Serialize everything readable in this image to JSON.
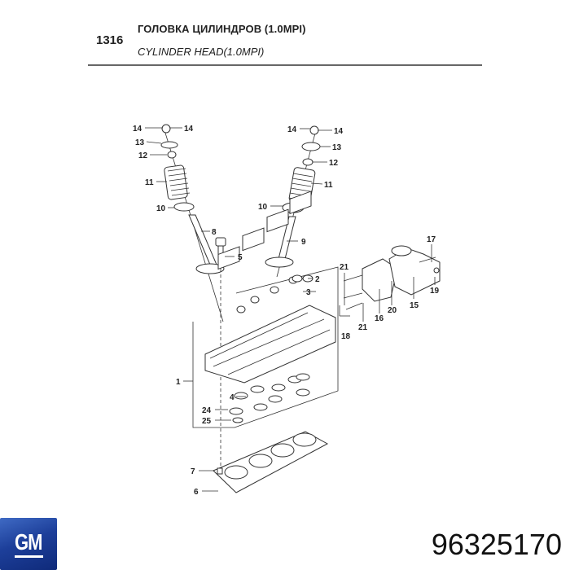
{
  "header": {
    "section_code": "1316",
    "title_ru": "ГОЛОВКА ЦИЛИНДРОВ (1.0MPI)",
    "title_en": "CYLINDER HEAD(1.0MPI)"
  },
  "diagram": {
    "callouts": {
      "c14a": "14",
      "c14b": "14",
      "c13a": "13",
      "c12a": "12",
      "c11a": "11",
      "c10a": "10",
      "c14c": "14",
      "c14d": "14",
      "c13b": "13",
      "c12b": "12",
      "c11b": "11",
      "c10b": "10",
      "c8": "8",
      "c9": "9",
      "c5": "5",
      "c2": "2",
      "c3": "3",
      "c1": "1",
      "c4": "4",
      "c24": "24",
      "c25": "25",
      "c7": "7",
      "c6": "6",
      "c17": "17",
      "c19": "19",
      "c15": "15",
      "c20": "20",
      "c16": "16",
      "c21a": "21",
      "c21b": "21",
      "c18": "18"
    }
  },
  "footer": {
    "brand_logo_text": "GM",
    "part_number": "96325170"
  }
}
